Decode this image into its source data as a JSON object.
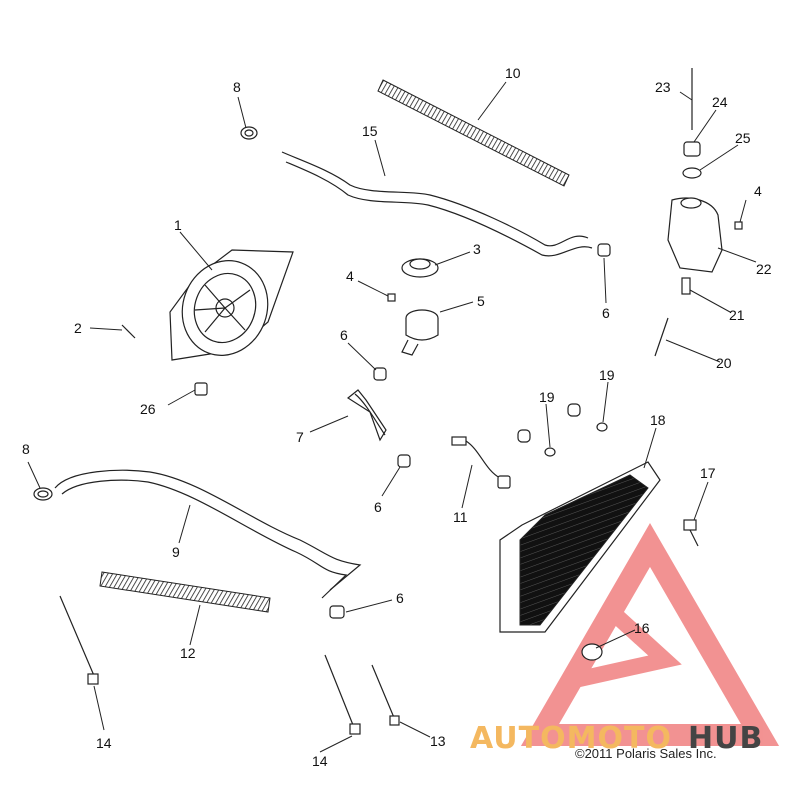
{
  "callouts": {
    "c1": "1",
    "c2": "2",
    "c3": "3",
    "c4a": "4",
    "c4b": "4",
    "c5": "5",
    "c6a": "6",
    "c6b": "6",
    "c6c": "6",
    "c6d": "6",
    "c7": "7",
    "c8a": "8",
    "c8b": "8",
    "c9": "9",
    "c10": "10",
    "c11": "11",
    "c12": "12",
    "c13": "13",
    "c14a": "14",
    "c14b": "14",
    "c15": "15",
    "c16": "16",
    "c17": "17",
    "c18": "18",
    "c19a": "19",
    "c19b": "19",
    "c20": "20",
    "c21": "21",
    "c22": "22",
    "c23": "23",
    "c24": "24",
    "c25": "25",
    "c26": "26"
  },
  "copyright": "©2011 Polaris Sales Inc.",
  "watermark": {
    "text_a": "AUTOMOTO",
    "text_b": "HUB",
    "color_a": "#f4b860",
    "color_b": "#444444",
    "logo_color": "#f08080"
  }
}
